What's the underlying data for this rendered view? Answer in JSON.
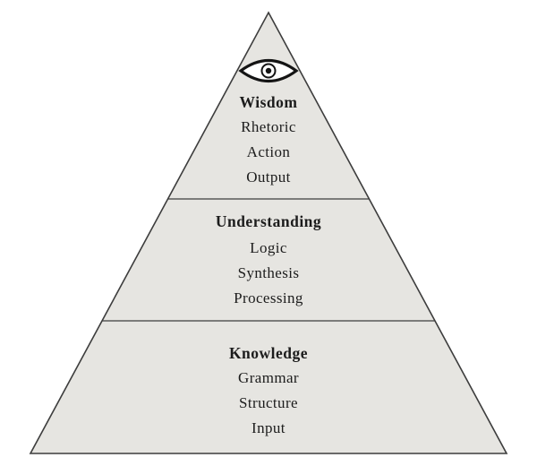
{
  "pyramid": {
    "tiers": [
      {
        "heading": "Wisdom",
        "items": [
          "Rhetoric",
          "Action",
          "Output"
        ]
      },
      {
        "heading": "Understanding",
        "items": [
          "Logic",
          "Synthesis",
          "Processing"
        ]
      },
      {
        "heading": "Knowledge",
        "items": [
          "Grammar",
          "Structure",
          "Input"
        ]
      }
    ],
    "icon": "eye",
    "colors": {
      "pyramid_fill": "#e6e5e1",
      "pyramid_stroke": "#3d3d3d",
      "text": "#1c1c1c",
      "background": "#ffffff"
    }
  }
}
